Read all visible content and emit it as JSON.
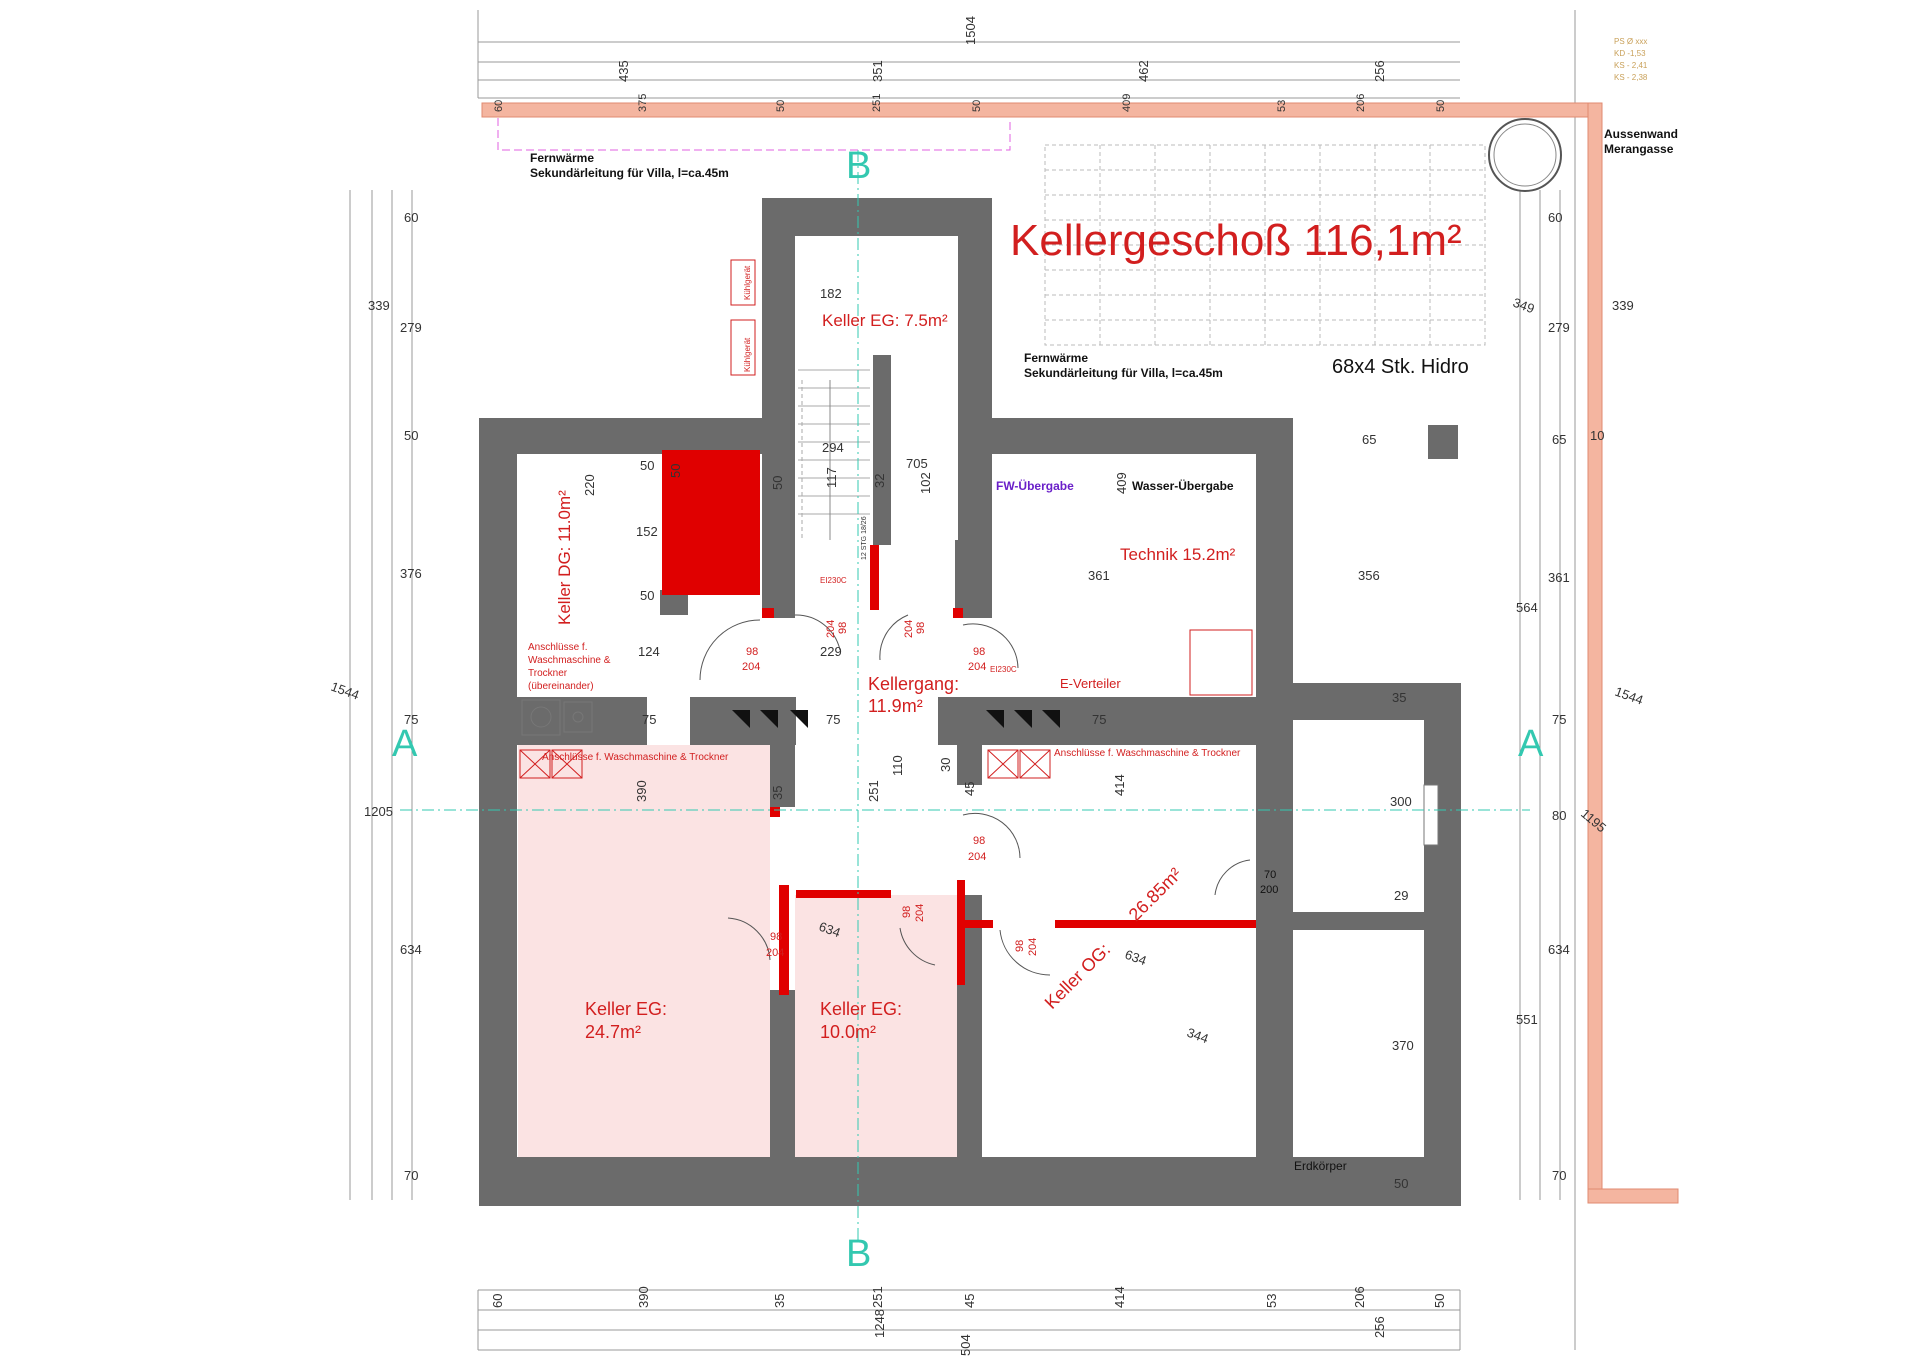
{
  "title": "Kellergeschoß 116,1m²",
  "legend_lines": [
    "PS Ø xxx",
    "KD -1,53",
    "KS - 2,41",
    "KS - 2,38"
  ],
  "section_markers": {
    "a": "A",
    "b": "B"
  },
  "rooms": {
    "keller_eg_top": "Keller EG: 7.5m²",
    "keller_dg": "Keller DG: 11.0m²",
    "technik": "Technik 15.2m²",
    "kellergang_1": "Kellergang:",
    "kellergang_2": "11.9m²",
    "keller_eg_left_1": "Keller EG:",
    "keller_eg_left_2": "24.7m²",
    "keller_eg_mid_1": "Keller EG:",
    "keller_eg_mid_2": "10.0m²",
    "keller_og_1": "Keller OG:",
    "keller_og_2": "26.85m²"
  },
  "notes": {
    "fernwaerme_1a": "Fernwärme",
    "fernwaerme_1b": "Sekundärleitung für Villa, l=ca.45m",
    "fernwaerme_2a": "Fernwärme",
    "fernwaerme_2b": "Sekundärleitung für Villa, l=ca.45m",
    "aussenwand_1": "Aussenwand",
    "aussenwand_2": "Merangasse",
    "hidro": "68x4 Stk. Hidro",
    "fw_uebergabe": "FW-Übergabe",
    "wasser_uebergabe": "Wasser-Übergabe",
    "e_verteiler": "E-Verteiler",
    "erdkoerper": "Erdkörper",
    "anschl_dg_1": "Anschlüsse f.",
    "anschl_dg_2": "Waschmaschine &",
    "anschl_dg_3": "Trockner",
    "anschl_dg_4": "(übereinander)",
    "anschl_left": "Anschlüsse f. Waschmaschine & Trockner",
    "anschl_right": "Anschlüsse f. Waschmaschine & Trockner",
    "kuehl_1": "Kühlgerät",
    "kuehl_2": "Kühlgerät",
    "ei30_1": "EI230C",
    "ei30_2": "EI230C",
    "stg": "12 STG 18/26"
  },
  "door_labels": {
    "d1a": "98",
    "d1b": "204",
    "d2a": "98",
    "d2b": "204",
    "d3a": "98",
    "d3b": "204",
    "d4a": "98",
    "d4b": "204",
    "d5a": "98",
    "d5b": "204",
    "d6a": "98",
    "d6b": "204",
    "d7a": "98",
    "d7b": "204",
    "d8a": "98",
    "d8b": "204",
    "d9a": "98",
    "d9b": "204",
    "d10a": "70",
    "d10b": "200"
  },
  "dims": {
    "top_total": "1504",
    "top_a": "435",
    "top_b": "351",
    "top_c": "462",
    "top_d": "256",
    "top2_a": "60",
    "top2_b": "375",
    "top2_c": "50",
    "top2_d": "251",
    "top2_e": "50",
    "top2_f": "409",
    "top2_g": "53",
    "top2_h": "206",
    "top2_i": "50",
    "bot_a": "60",
    "bot_b": "390",
    "bot_c": "35",
    "bot_d": "251",
    "bot_e": "45",
    "bot_f": "414",
    "bot_g": "53",
    "bot_h": "206",
    "bot_i": "50",
    "bot_total1": "1248",
    "bot_total2": "504",
    "bot_total3": "256",
    "left_a": "60",
    "left_b": "339",
    "left_c": "279",
    "left_d": "50",
    "left_e": "376",
    "left_f": "1544",
    "left_g": "75",
    "left_h": "1205",
    "left_i": "634",
    "left_j": "70",
    "right_a": "60",
    "right_b": "339",
    "right_c": "279",
    "right_d": "349",
    "right_e": "65",
    "right_f": "10",
    "right_g": "361",
    "right_h": "564",
    "right_i": "1544",
    "right_j": "75",
    "right_k": "80",
    "right_l": "1195",
    "right_m": "634",
    "right_n": "551",
    "right_o": "70",
    "in_182": "182",
    "in_294": "294",
    "in_117": "117",
    "in_32": "32",
    "in_705": "705",
    "in_102": "102",
    "in_409": "409",
    "in_220": "220",
    "in_50a": "50",
    "in_50b": "50",
    "in_50c": "50",
    "in_50d": "50",
    "in_152": "152",
    "in_124": "124",
    "in_229": "229",
    "in_361": "361",
    "in_65": "65",
    "in_356": "356",
    "in_75a": "75",
    "in_75b": "75",
    "in_75c": "75",
    "in_35a": "35",
    "in_35b": "35",
    "in_390": "390",
    "in_251": "251",
    "in_110": "110",
    "in_30": "30",
    "in_45": "45",
    "in_414": "414",
    "in_300": "300",
    "in_29": "29",
    "in_634a": "634",
    "in_634b": "634",
    "in_344": "344",
    "in_370": "370",
    "in_50e": "50"
  },
  "colors": {
    "wall": "#6b6b6b",
    "accent_red": "#e00000",
    "room_fill": "#fbe3e3",
    "outer_wall": "#f4b5a0",
    "section_teal": "#33c8b0",
    "purple": "#6a1fc9"
  }
}
